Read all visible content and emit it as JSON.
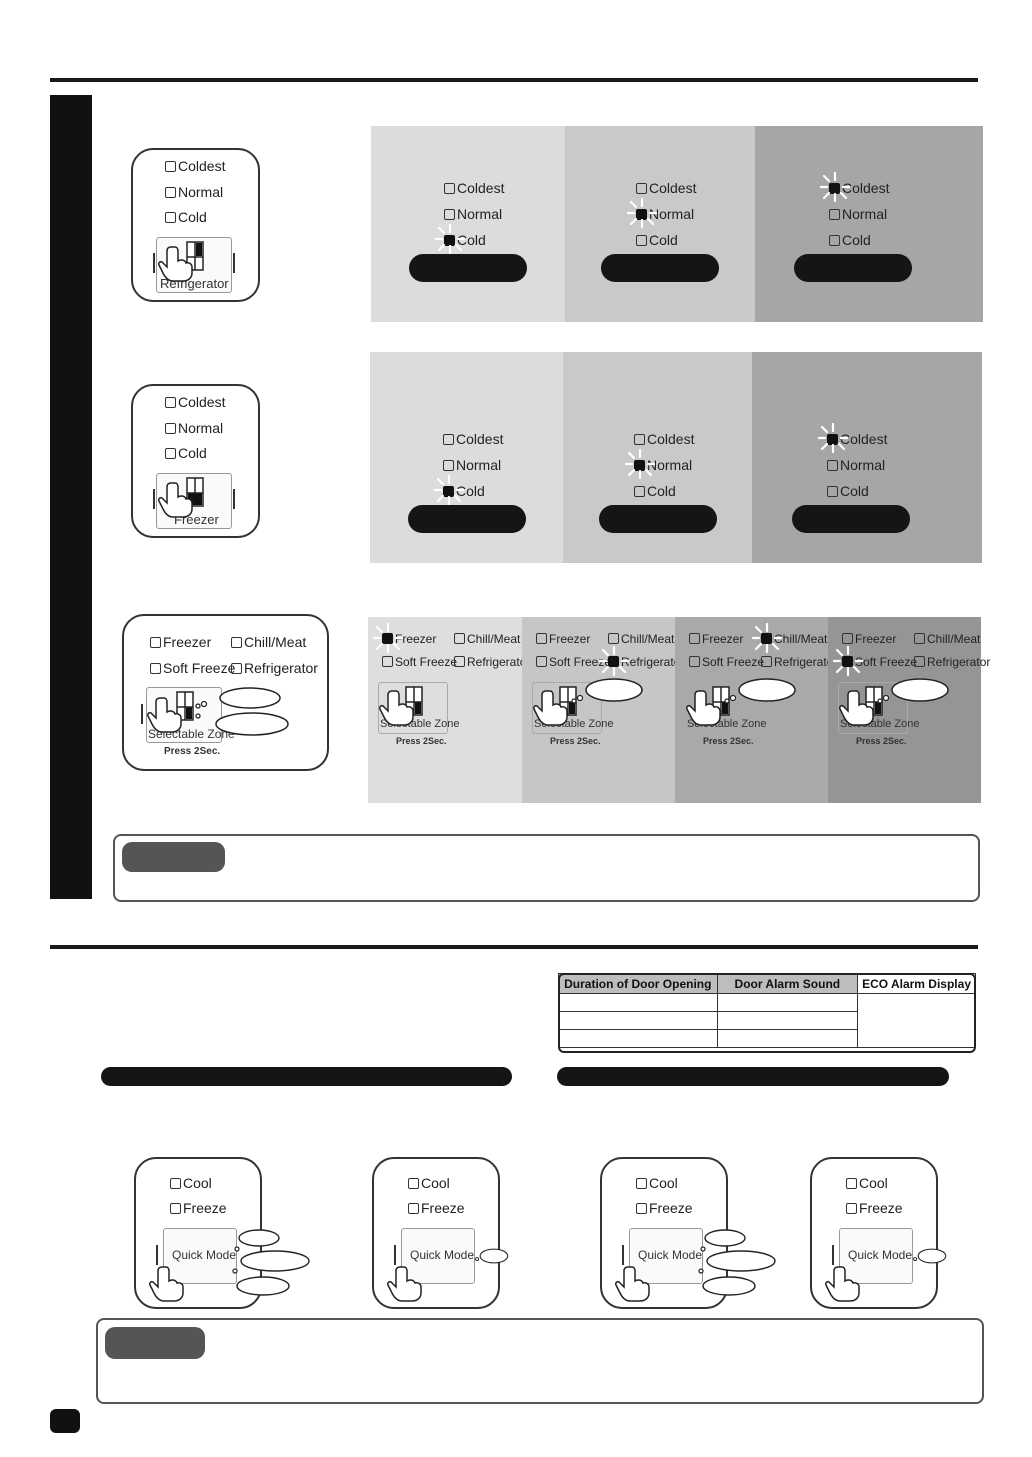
{
  "temp_options": [
    "Coldest",
    "Normal",
    "Cold"
  ],
  "refrigerator_panel": {
    "button_label": "Refrigerator"
  },
  "freezer_panel": {
    "button_label": "Freezer"
  },
  "refrigerator_sequence": [
    {
      "lit": "Cold",
      "shade": "#dcdcdc"
    },
    {
      "lit": "Normal",
      "shade": "#c9c9c9"
    },
    {
      "lit": "Coldest",
      "shade": "#a6a6a6"
    }
  ],
  "freezer_sequence": [
    {
      "lit": "Cold",
      "shade": "#dcdcdc"
    },
    {
      "lit": "Normal",
      "shade": "#c9c9c9"
    },
    {
      "lit": "Coldest",
      "shade": "#a6a6a6"
    }
  ],
  "zone_options": [
    "Freezer",
    "Chill/Meat",
    "Soft Freeze",
    "Refrigerator"
  ],
  "zone_panel": {
    "button_label": "Selectable Zone",
    "press_hint": "Press 2Sec."
  },
  "zone_sequence": [
    {
      "lit": "Freezer",
      "shade": "#dedede"
    },
    {
      "lit": "Refrigerator",
      "shade": "#c6c6c6"
    },
    {
      "lit": "Chill/Meat",
      "shade": "#a9a9a9"
    },
    {
      "lit": "Soft Freeze",
      "shade": "#959595"
    }
  ],
  "door_alarm_table": {
    "headers": [
      "Duration of Door Opening",
      "Door Alarm Sound",
      "ECO Alarm Display"
    ],
    "rows": 3
  },
  "quick_options": [
    "Cool",
    "Freeze"
  ],
  "quick_panel": {
    "button_label": "Quick Mode"
  },
  "colors": {
    "dark": "#111111",
    "note_tag": "#555555"
  }
}
